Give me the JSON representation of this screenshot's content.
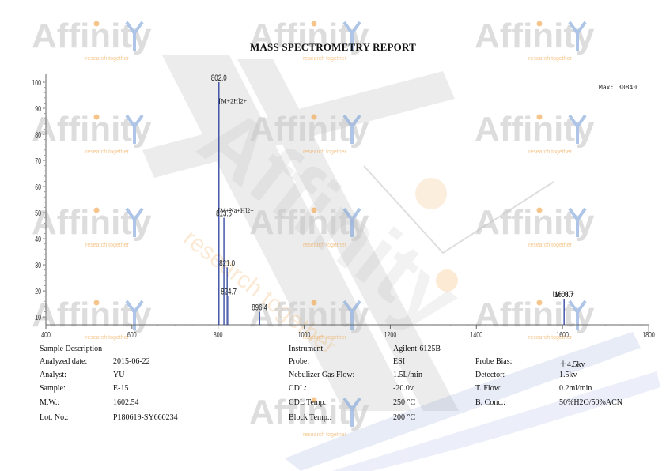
{
  "report": {
    "title": "MASS SPECTROMETRY REPORT",
    "max_readout": "Max: 30840"
  },
  "watermark": {
    "logo_text": "Affinity",
    "tagline": "research together",
    "big_text": "Affinity",
    "diag_text": "research together",
    "colors": {
      "logo": "#c8c8c8",
      "orange": "#f0a040",
      "blue": "#4060c0"
    }
  },
  "chart_data": {
    "type": "bar",
    "title": "",
    "xlabel": "",
    "ylabel": "",
    "xlim": [
      400,
      1800
    ],
    "ylim": [
      7,
      100
    ],
    "x_ticks": [
      "400",
      "600",
      "800",
      "1000",
      "1200",
      "1400",
      "1600",
      "1800"
    ],
    "y_ticks": [
      "10",
      "20",
      "30",
      "40",
      "50",
      "60",
      "70",
      "80",
      "90",
      "100"
    ],
    "grid": false,
    "peaks": [
      {
        "mz": 802.0,
        "intensity": 100,
        "label": "802.0"
      },
      {
        "mz": 813.5,
        "intensity": 48,
        "label": "813.5"
      },
      {
        "mz": 821.0,
        "intensity": 29,
        "label": "821.0"
      },
      {
        "mz": 824.7,
        "intensity": 18,
        "label": "824.7"
      },
      {
        "mz": 896.4,
        "intensity": 12,
        "label": "896.4"
      },
      {
        "mz": 1603.7,
        "intensity": 17,
        "label": "1603.7"
      }
    ],
    "annotations": [
      {
        "text": "[M+2H]2+",
        "mz": 802.0,
        "intensity": 92
      },
      {
        "text": "[M+Na+H]2+",
        "mz": 800.0,
        "intensity": 50
      },
      {
        "text": "[M+H]+",
        "mz": 1577.0,
        "intensity": 18
      }
    ]
  },
  "details": {
    "sample_description_label": "Sample Description",
    "instrument_label": "Instrument",
    "instrument_value": "Agilent-6125B",
    "left": [
      {
        "label": "Analyzed date:",
        "value": "2015-06-22"
      },
      {
        "label": "Analyst:",
        "value": "YU"
      },
      {
        "label": "Sample:",
        "value": "E-15"
      },
      {
        "label": "M.W.:",
        "value": "1602.54"
      },
      {
        "label": "Lot. No.:",
        "value": "P180619-SY660234"
      }
    ],
    "middle": [
      {
        "label": "Probe:",
        "value": "ESI"
      },
      {
        "label": "Nebulizer Gas Flow:",
        "value": "1.5L/min"
      },
      {
        "label": "CDL:",
        "value": "-20.0v"
      },
      {
        "label": "CDL Temp.:",
        "value": "250 °C"
      },
      {
        "label": "Block Temp.:",
        "value": "200 °C"
      }
    ],
    "right": [
      {
        "label": "Probe Bias:",
        "value": "＋4.5kv"
      },
      {
        "label": "Detector:",
        "value": "1.5kv"
      },
      {
        "label": "T. Flow:",
        "value": "0.2ml/min"
      },
      {
        "label": "B. Conc.:",
        "value": "50%H2O/50%ACN"
      }
    ]
  }
}
